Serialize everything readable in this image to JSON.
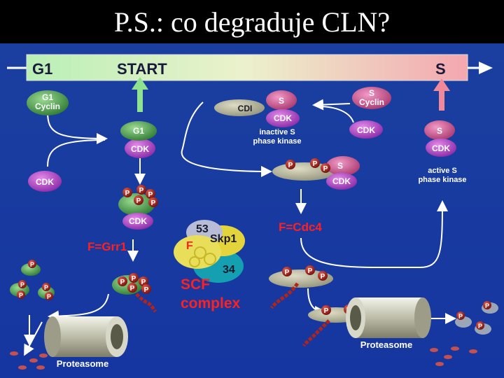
{
  "slide": {
    "title": "P.S.: co degraduje CLN?"
  },
  "timeline": {
    "g1": "G1",
    "start": "START",
    "s": "S"
  },
  "labels": {
    "g1_cyclin_top": "G1",
    "g1_cyclin_bottom": "Cyclin",
    "g1_in_complex": "G1",
    "cdk": "CDK",
    "cdi": "CDI",
    "s": "S",
    "s_cyclin_top": "S",
    "s_cyclin_bottom": "Cyclin",
    "inactive_line1": "inactive S",
    "inactive_line2": "phase kinase",
    "active_line1": "active S",
    "active_line2": "phase kinase",
    "p": "P",
    "f_grr1": "F=Grr1",
    "f_cdc4": "F=Cdc4",
    "scf_53": "53",
    "scf_skp1": "Skp1",
    "scf_f": "F",
    "scf_34": "34",
    "scf_line1": "SCF",
    "scf_line2": "complex",
    "proteasome": "Proteasome"
  },
  "colors": {
    "background": "#1536a0",
    "title_bar": "#000000",
    "red_label": "#ff2020",
    "arrow": "#ffffff",
    "start_arrow": "#8fe28f",
    "s_arrow": "#f08a9a",
    "cdk": "#9a2fb0",
    "cyclin_g1": "#3e8a3e",
    "s_cyclin": "#c24a8a",
    "cdi": "#9a9a80",
    "phospho": "#b0241c"
  }
}
